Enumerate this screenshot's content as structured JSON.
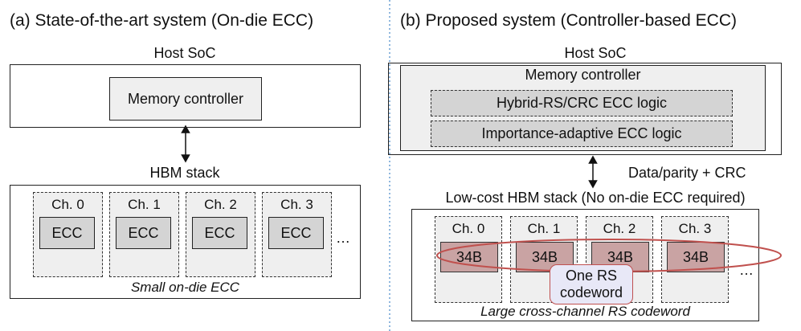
{
  "panel_a": {
    "title": "(a) State-of-the-art system (On-die ECC)",
    "host_label": "Host SoC",
    "memory_controller": "Memory controller",
    "stack_label": "HBM stack",
    "channels": [
      {
        "name": "Ch. 0",
        "block": "ECC"
      },
      {
        "name": "Ch. 1",
        "block": "ECC"
      },
      {
        "name": "Ch. 2",
        "block": "ECC"
      },
      {
        "name": "Ch. 3",
        "block": "ECC"
      }
    ],
    "ellipsis": "…",
    "caption": "Small on-die ECC"
  },
  "panel_b": {
    "title": "(b) Proposed system (Controller-based ECC)",
    "host_label": "Host SoC",
    "memory_controller": "Memory controller",
    "logic_1": "Hybrid-RS/CRC ECC logic",
    "logic_2": "Importance-adaptive ECC logic",
    "link_label": "Data/parity + CRC",
    "stack_label": "Low-cost HBM stack (No on-die ECC required)",
    "channels": [
      {
        "name": "Ch. 0",
        "block": "34B"
      },
      {
        "name": "Ch. 1",
        "block": "34B"
      },
      {
        "name": "Ch. 2",
        "block": "34B"
      },
      {
        "name": "Ch. 3",
        "block": "34B"
      }
    ],
    "ellipsis": "…",
    "callout_line1": "One RS",
    "callout_line2": "codeword",
    "caption": "Large cross-channel RS codeword"
  },
  "colors": {
    "box_fill": "#efefef",
    "block_fill": "#d4d4d4",
    "codeword_fill": "#c9a3a3",
    "ellipse_stroke": "#c0504d",
    "divider": "#6a9fd4"
  }
}
